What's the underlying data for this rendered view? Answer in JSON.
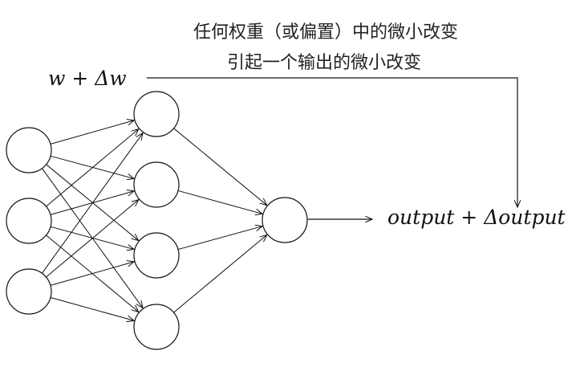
{
  "caption": {
    "line1": "任何权重（或偏置）中的微小改变",
    "line2": "引起一个输出的微小改变"
  },
  "labels": {
    "weight": "w + Δw",
    "output": "output + Δoutput"
  },
  "network": {
    "layers": [
      3,
      4,
      1
    ],
    "connections": "fully-connected"
  }
}
